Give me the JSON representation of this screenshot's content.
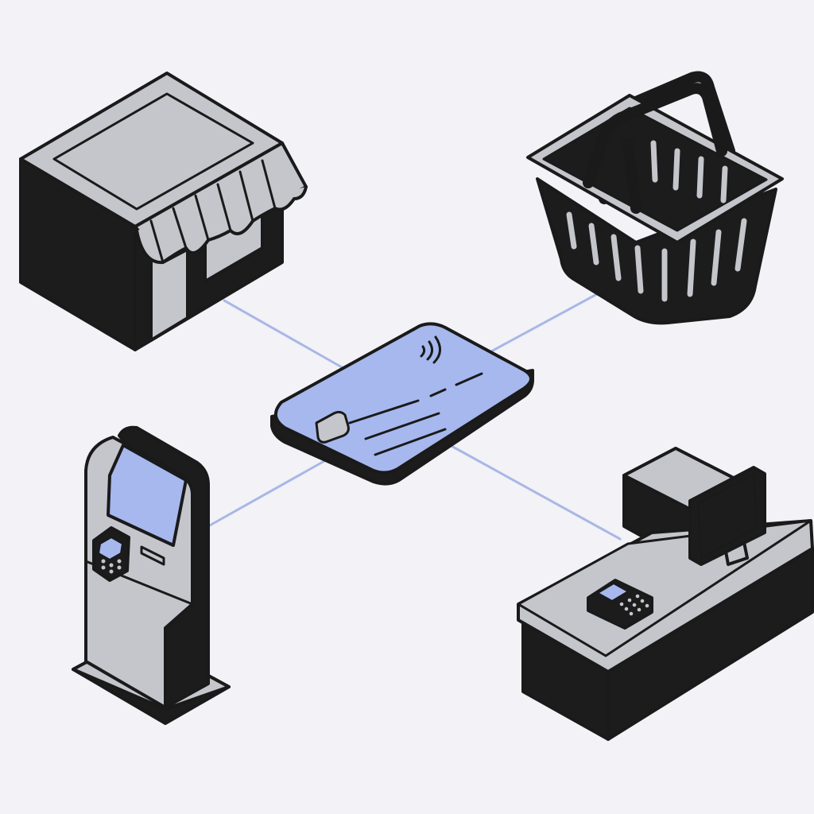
{
  "diagram": {
    "hub": {
      "name": "credit-card",
      "has_chip": true,
      "has_contactless": true
    },
    "nodes": [
      {
        "name": "storefront"
      },
      {
        "name": "shopping-basket"
      },
      {
        "name": "payment-kiosk"
      },
      {
        "name": "checkout-counter"
      }
    ],
    "edges": [
      {
        "from": "credit-card",
        "to": "storefront"
      },
      {
        "from": "credit-card",
        "to": "shopping-basket"
      },
      {
        "from": "credit-card",
        "to": "payment-kiosk"
      },
      {
        "from": "credit-card",
        "to": "checkout-counter"
      }
    ]
  },
  "colors": {
    "background": "#f2f2f7",
    "outline": "#1a1a1a",
    "surface_light": "#c4c6cc",
    "accent_blue": "#a6b8ee",
    "connector": "#a9b7e6"
  }
}
